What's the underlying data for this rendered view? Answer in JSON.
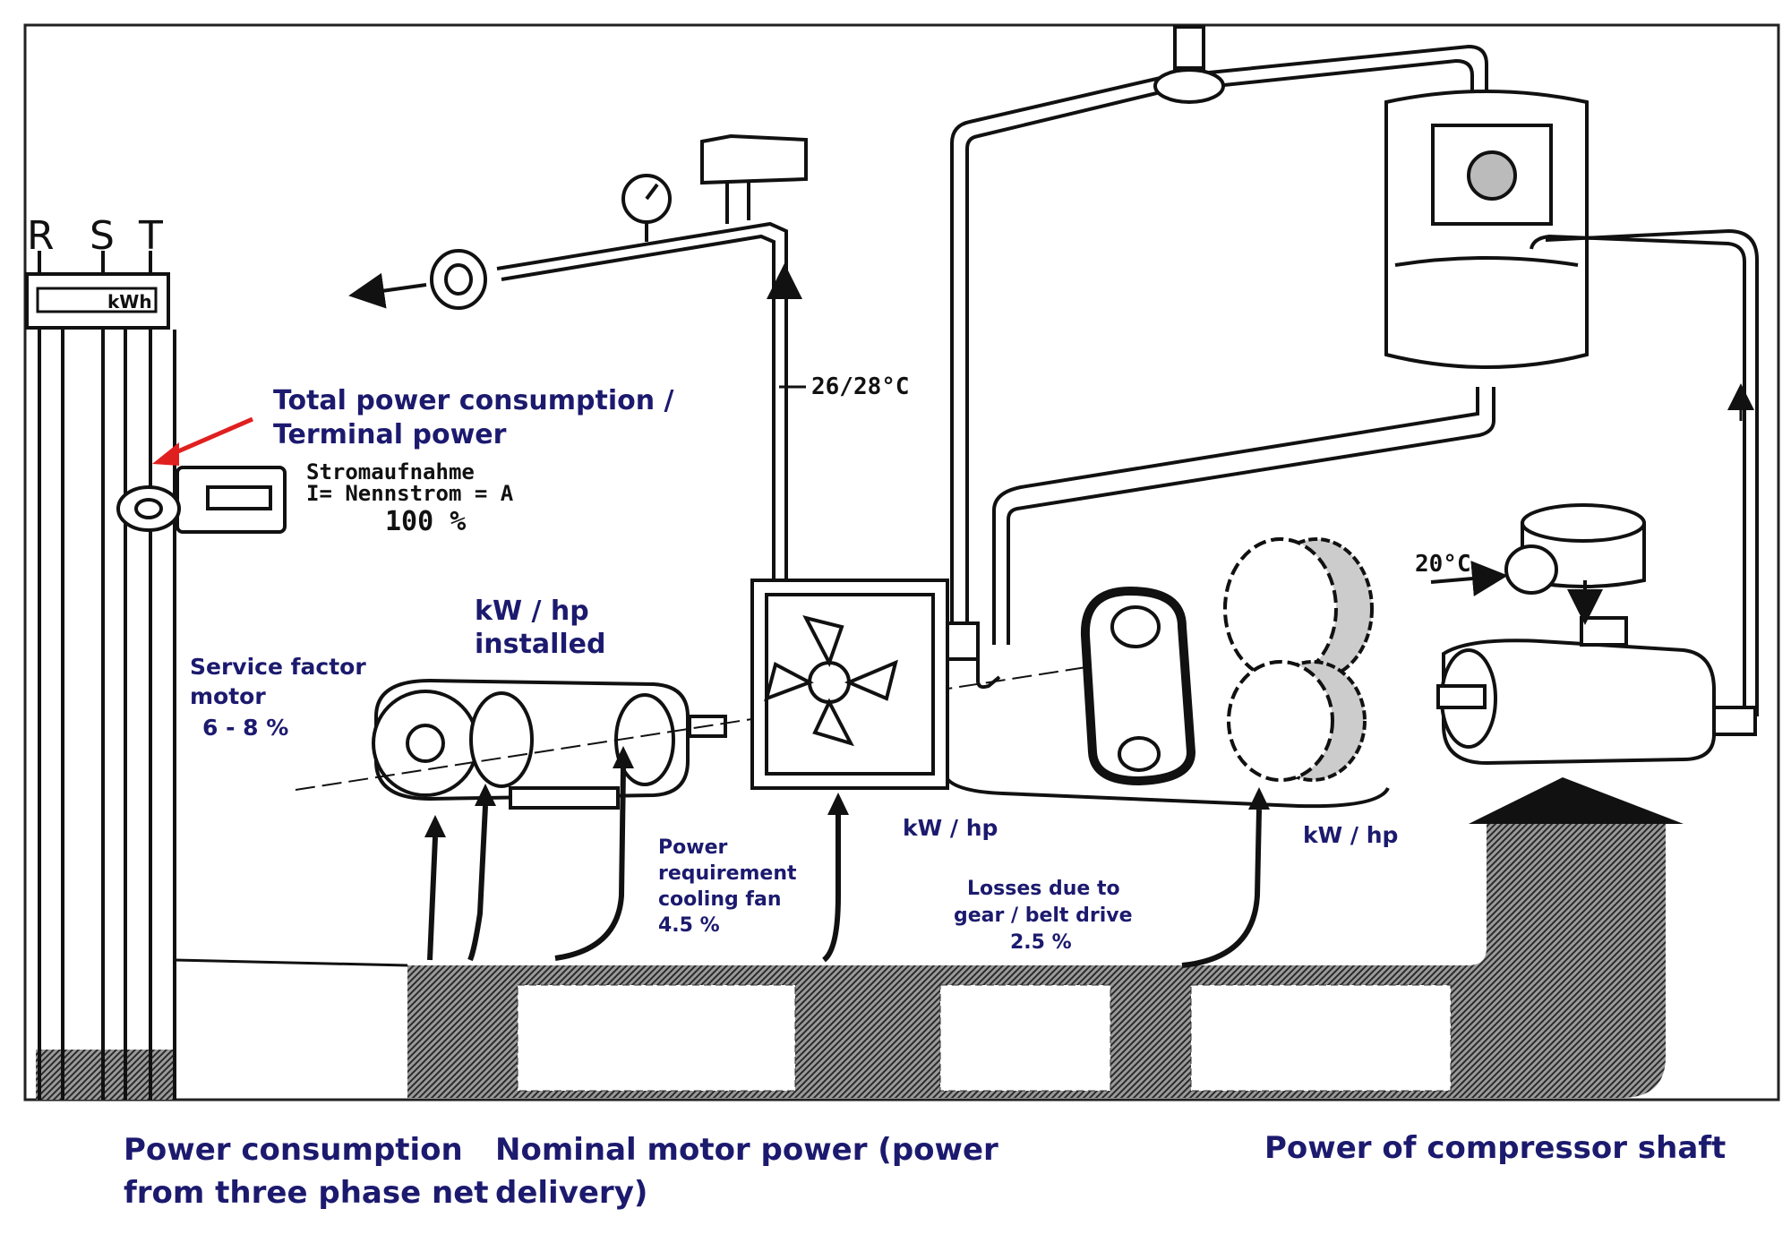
{
  "diagram": {
    "phases": [
      "R",
      "S",
      "T"
    ],
    "meter_unit": "kWh",
    "labels": {
      "total_power_line1": "Total power consumption  /",
      "total_power_line2": "Terminal power",
      "kw_hp_installed_line1": "kW / hp",
      "kw_hp_installed_line2": "installed",
      "service_factor_line1": "Service factor",
      "service_factor_line2": "motor",
      "service_factor_line3": "6 - 8 %",
      "cooling_fan_line1": "Power",
      "cooling_fan_line2": "requirement",
      "cooling_fan_line3": "cooling fan",
      "cooling_fan_line4": "4.5 %",
      "kw_hp_motor_out": "kW / hp",
      "losses_line1": "Losses due to",
      "losses_line2": "gear / belt drive",
      "losses_line3": "2.5 %",
      "kw_hp_shaft": "kW / hp"
    },
    "german_notes": {
      "line1": "Stromaufnahme",
      "line2": "I= Nennstrom =      A",
      "line3": "100 %"
    },
    "temperatures": {
      "after_cooler": "26/28°C",
      "intake": "20°C"
    },
    "captions": {
      "left_line1": "Power consumption",
      "left_line2": "from three phase net",
      "middle_line1": "Nominal motor power (power",
      "middle_line2": "delivery)",
      "right": "Power of compressor shaft"
    },
    "colors": {
      "label_text": "#1c1a6e",
      "line_art": "#111111",
      "red_arrow": "#e0201f",
      "hatch": "#555555"
    }
  }
}
